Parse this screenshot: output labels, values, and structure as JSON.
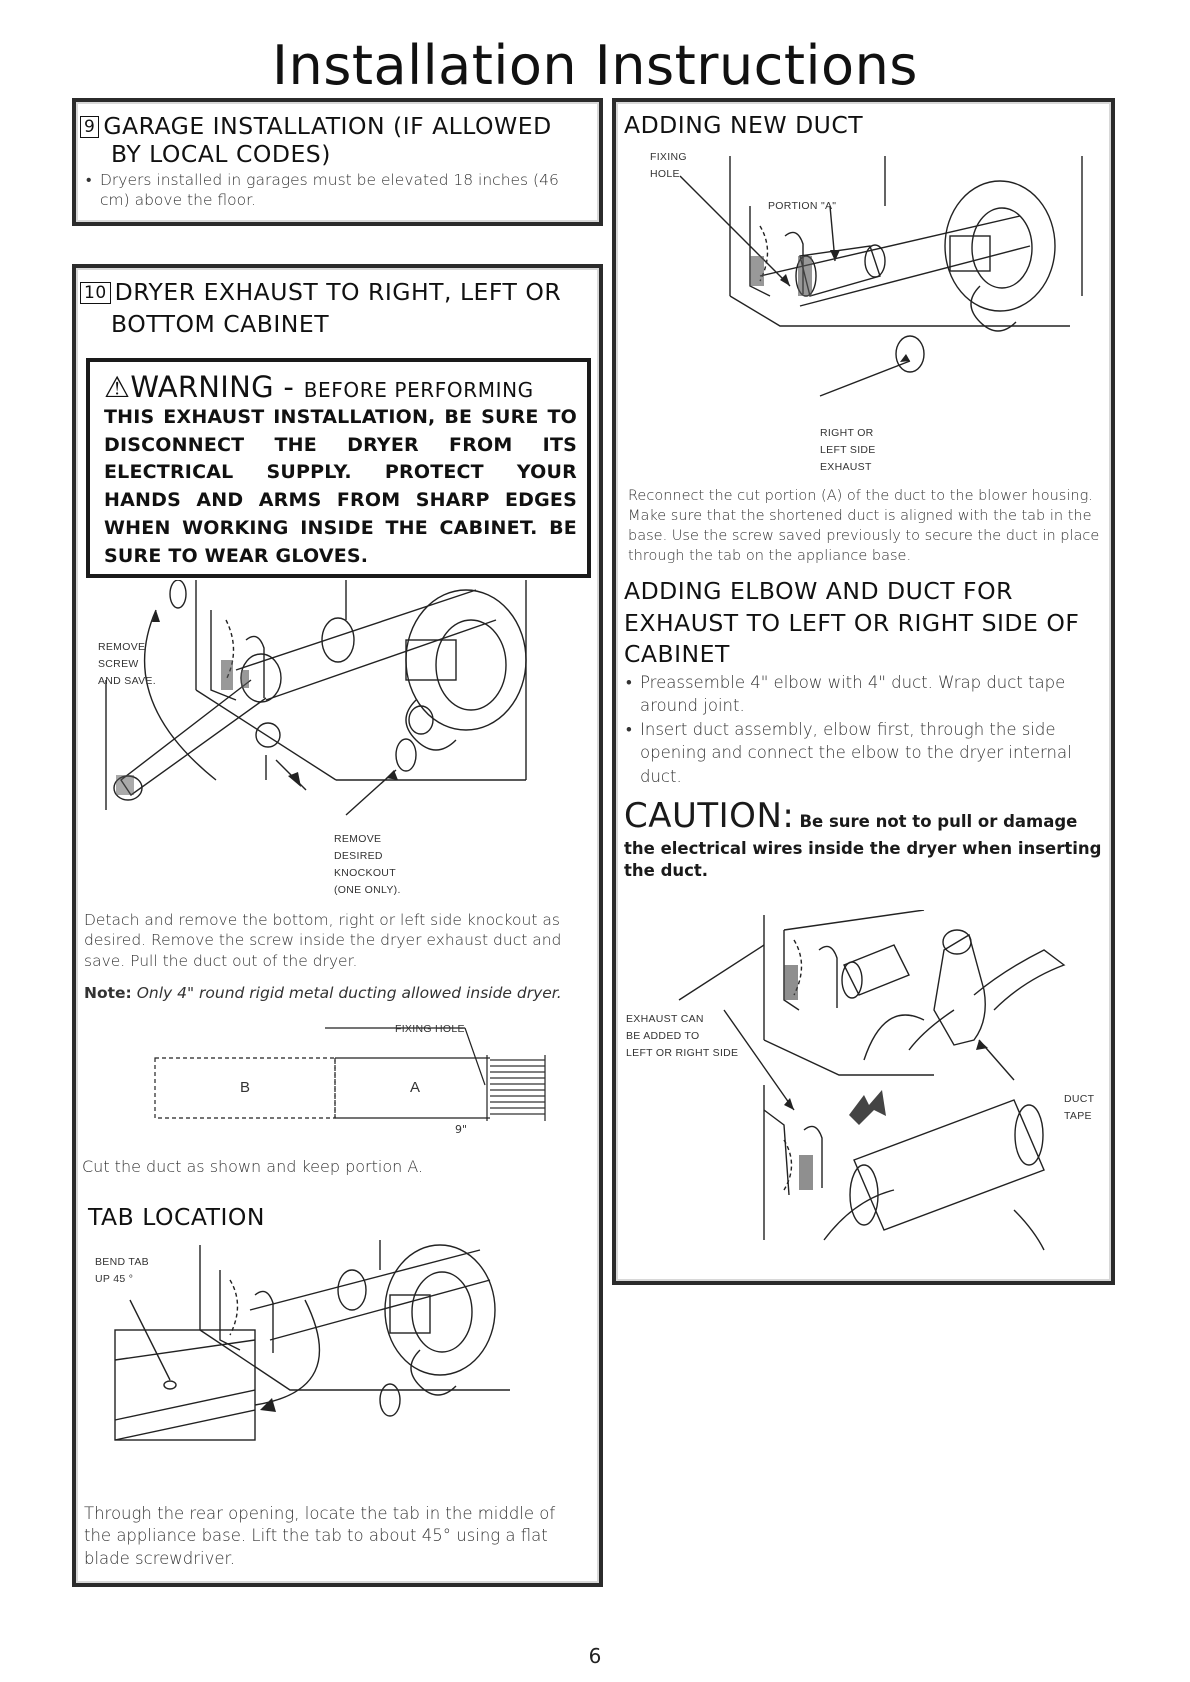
{
  "page": {
    "title": "Installation Instructions",
    "page_number": "6"
  },
  "garage": {
    "step_number": "9",
    "title_line1": "GARAGE INSTALLATION (IF ALLOWED",
    "title_line2": "BY LOCAL CODES)",
    "bullet": "Dryers installed in garages must be elevated 18 inches (46 cm) above the floor."
  },
  "exhaust": {
    "step_number": "10",
    "title_line1": "DRYER EXHAUST TO RIGHT, LEFT OR",
    "title_line2": "BOTTOM CABINET",
    "warning": {
      "symbol": "⚠",
      "word": "WARNING",
      "dash": " - ",
      "lead": "BEFORE PERFORMING",
      "body": "THIS EXHAUST INSTALLATION, BE SURE TO DISCONNECT THE DRYER FROM ITS ELECTRICAL SUPPLY. PROTECT YOUR HANDS AND ARMS FROM SHARP EDGES WHEN WORKING INSIDE THE CABINET. BE SURE TO WEAR GLOVES."
    },
    "diagram_labels": {
      "remove_screw": [
        "REMOVE",
        "SCREW",
        "AND SAVE."
      ],
      "remove_knockout": [
        "REMOVE",
        "DESIRED",
        "KNOCKOUT",
        "(ONE ONLY)."
      ]
    },
    "detach_text": "Detach and remove the bottom, right or left side knockout as desired. Remove the screw inside the dryer exhaust duct and save. Pull the duct out of the dryer.",
    "note_label": "Note:",
    "note_text": "Only 4\" round rigid metal ducting allowed inside dryer.",
    "duct_labels": {
      "fixing_hole": "FIXING HOLE",
      "part_b": "B",
      "part_a": "A",
      "length": "9\""
    },
    "cut_text": "Cut the duct as shown and keep portion A.",
    "tab_heading": "TAB LOCATION",
    "tab_labels": [
      "BEND TAB",
      "UP 45 °"
    ],
    "tab_text": "Through the rear opening, locate the tab in the middle of the appliance base. Lift the tab to about 45° using a flat blade screwdriver."
  },
  "new_duct": {
    "heading": "ADDING NEW DUCT",
    "labels": {
      "fixing_hole": [
        "FIXING",
        "HOLE"
      ],
      "portion_a": "PORTION \"A\"",
      "right_left": [
        "RIGHT OR",
        "LEFT SIDE",
        "EXHAUST"
      ]
    },
    "reconnect_text": "Reconnect the cut portion (A) of the duct to the blower housing. Make sure that the shortened duct is aligned with the tab in the base. Use the screw saved previously to secure the duct in place through the tab on the appliance base."
  },
  "elbow": {
    "heading": "ADDING ELBOW AND DUCT FOR EXHAUST TO LEFT OR RIGHT SIDE OF CABINET",
    "bullets": [
      "Preassemble 4\" elbow with 4\" duct. Wrap duct tape around joint.",
      "Insert duct assembly, elbow first, through the side opening and connect the elbow to the dryer internal duct."
    ],
    "caution_word": "CAUTION:",
    "caution_text": "Be sure not to pull or damage the electrical wires inside the dryer when inserting the duct.",
    "labels": {
      "exhaust_can": [
        "EXHAUST CAN",
        "BE ADDED TO",
        "LEFT OR RIGHT SIDE"
      ],
      "duct_tape": [
        "DUCT",
        "TAPE"
      ]
    }
  }
}
